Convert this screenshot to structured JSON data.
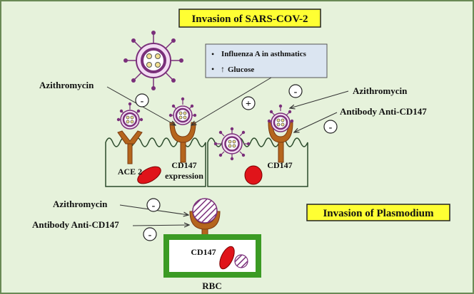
{
  "colors": {
    "background": "#e6f2db",
    "panel_border": "#6a8a55",
    "title_box": "#ffff33",
    "virus_fill": "#f3dcf3",
    "virus_ring": "#7a2f7a",
    "virus_dot": "#f3e090",
    "receptor": "#b5651d",
    "rbc": "#e0141a",
    "cell_line": "#2a4a2a",
    "note_box": "#dbe5f1",
    "rbc_box": "#3b9b24"
  },
  "titles": {
    "sars": "Invasion of SARS-COV-2",
    "plasmodium": "Invasion of Plasmodium"
  },
  "note": {
    "item1": "Influenza A in asthmatics",
    "item2_symbol": "↑",
    "item2": "Glucose",
    "bullet": "•"
  },
  "labels": {
    "azithromycin_left": "Azithromycin",
    "azithromycin_right": "Azithromycin",
    "antibody_right": "Antibody Anti-CD147",
    "ace2": "ACE 2",
    "cd147_expr_line1": "CD147",
    "cd147_expr_line2": "expression",
    "cd147_right": "CD147",
    "azithromycin_plasmodium": "Azithromycin",
    "antibody_plasmodium": "Antibody Anti-CD147",
    "cd147_rbc": "CD147",
    "rbc": "RBC"
  },
  "signs": {
    "minus": "-",
    "plus": "+"
  }
}
